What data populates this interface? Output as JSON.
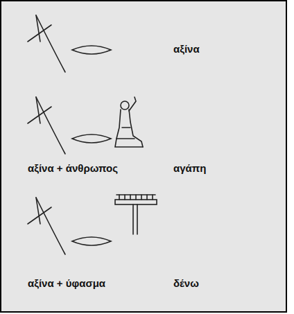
{
  "diagram": {
    "labels": [
      "αξίνα",
      "αξίνα + άνθρωπος",
      "αγάπη",
      "αξίνα + ύφασμα",
      "δένω"
    ]
  }
}
